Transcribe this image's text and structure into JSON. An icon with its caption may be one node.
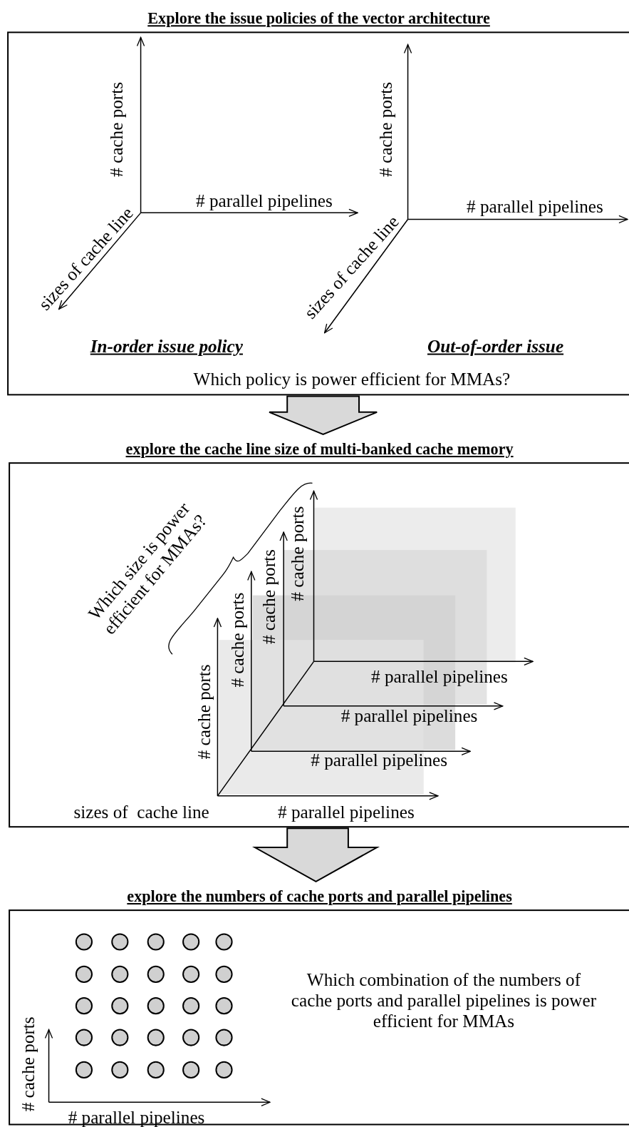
{
  "diagram": {
    "nodes": [
      {
        "text": [
          "Explore the issue policies of the vector architecture"
        ]
      },
      {
        "text": [
          "explore the cache line size of multi-banked cache memory"
        ]
      },
      {
        "text": [
          "explore the numbers of cache ports and parallel pipelines"
        ]
      }
    ],
    "edges": [
      {
        "from": 0,
        "to": 1,
        "arrow": "to"
      },
      {
        "from": 1,
        "to": 2,
        "arrow": "to"
      }
    ],
    "labels": [
      "# cache ports",
      "# parallel pipelines",
      "sizes of cache line",
      "# cache ports",
      "# parallel pipelines",
      "sizes of cache line",
      "In-order issue policy",
      "Out-of-order issue",
      "Which policy is power efficient for MMAs?",
      "Which size is power efficient for MMAs?",
      "# cache ports",
      "# cache ports",
      "# cache ports",
      "# cache ports",
      "# parallel pipelines",
      "# parallel pipelines",
      "# parallel pipelines",
      "# parallel pipelines",
      "sizes of  cache line",
      "# cache ports",
      "Which combination of the numbers of cache ports and parallel pipelines is power efficient for MMAs",
      "# parallel pipelines"
    ]
  }
}
